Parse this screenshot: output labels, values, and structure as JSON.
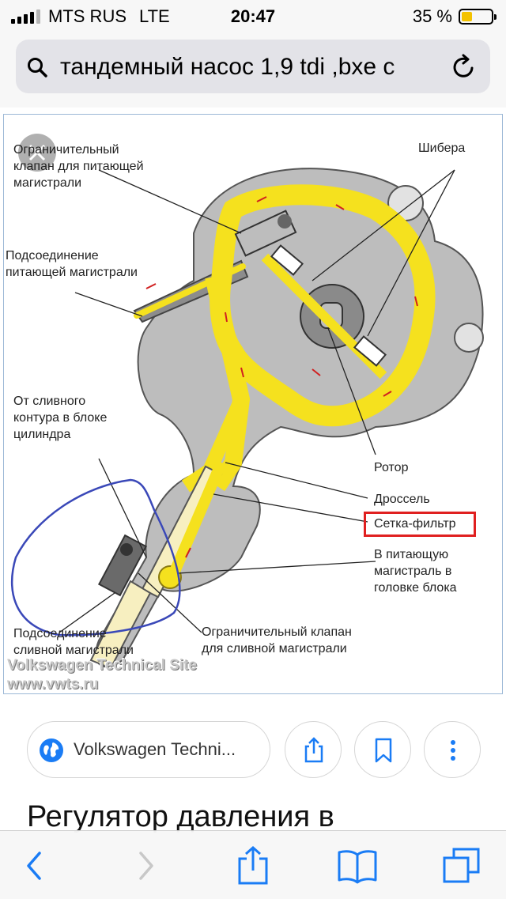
{
  "status_bar": {
    "carrier": "MTS RUS",
    "network": "LTE",
    "time": "20:47",
    "battery_percent_label": "35 %",
    "battery_level": 0.35,
    "signal_bars_active": 4,
    "signal_bars_total": 5
  },
  "address_bar": {
    "url_text": "тандемный насос 1,9 tdi ,bxe c",
    "search_icon": "search-icon",
    "reload_icon": "reload-icon"
  },
  "diagram": {
    "labels": {
      "limit_valve_supply": [
        "Ограничительный",
        "клапан для питающей",
        "магистрали"
      ],
      "vanes": "Шибера",
      "supply_connection": [
        "Подсоединение",
        "питающей магистрали"
      ],
      "from_drain": [
        "От сливного",
        "контура в блоке",
        "цилиндра"
      ],
      "rotor": "Ротор",
      "throttle": "Дроссель",
      "mesh_filter": "Сетка-фильтр",
      "to_supply": [
        "В питающую",
        "магистраль в",
        "головке блока"
      ],
      "drain_connection": [
        "Подсоединение",
        "сливной магистрали"
      ],
      "limit_valve_drain": [
        "Ограничительный клапан",
        "для сливной магистрали"
      ]
    },
    "watermark": [
      "Volkswagen Technical Site",
      "www.vwts.ru"
    ],
    "colors": {
      "oil": "#f5e11e",
      "housing": "#bdbdbd",
      "highlight": "#e02020",
      "annotation": "#3a48b8"
    }
  },
  "actions": {
    "source_label": "Volkswagen Techni...",
    "share_icon": "share-icon",
    "bookmark_icon": "bookmark-icon",
    "more_icon": "more-icon"
  },
  "headline": "Регулятор давления в",
  "toolbar": {
    "back_icon": "back-icon",
    "forward_icon": "forward-icon",
    "share_icon": "share-icon",
    "bookmarks_icon": "bookmarks-icon",
    "tabs_icon": "tabs-icon",
    "accent": "#1a7cf5"
  }
}
